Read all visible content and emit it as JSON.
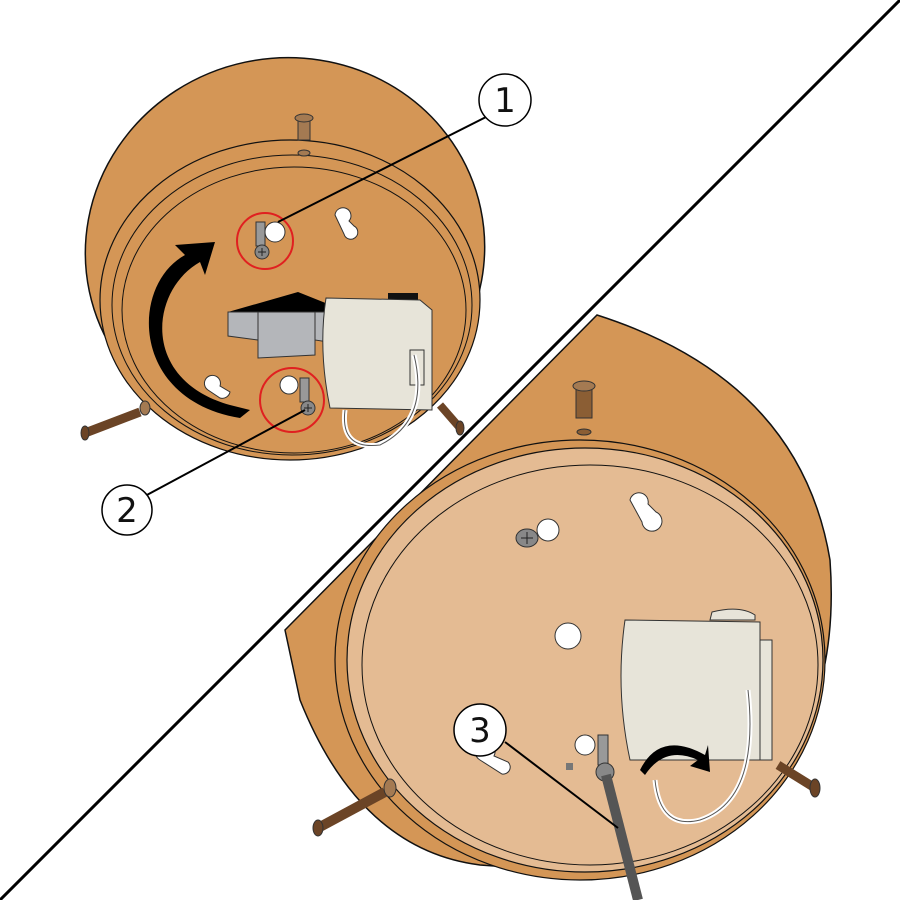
{
  "diagram": {
    "type": "assembly-instructions",
    "panels": [
      {
        "id": "top-left",
        "description": "Base plate rotated to align keyhole slots with screws",
        "rotation_arrow": "clockwise-curved-arrow",
        "direction_arrow": "up-arrow-3d"
      },
      {
        "id": "bottom-right",
        "description": "Base plate seated on screws; screw tightened with screwdriver",
        "rotation_arrow": "clockwise-curved-arrow-small"
      }
    ],
    "callouts": [
      {
        "label": "1",
        "target": "screw-in-keyhole-upper"
      },
      {
        "label": "2",
        "target": "screw-in-keyhole-lower"
      },
      {
        "label": "3",
        "target": "screwdriver-on-screw"
      }
    ],
    "highlight_color": "#e02020",
    "colors": {
      "wood_outer": "#d49656",
      "wood_inner": "#e4bb93",
      "battery_box": "#e7e4d9",
      "screw_gray": "#8a8a8a",
      "screw_brass": "#8b5e34",
      "arrow_black": "#000000",
      "block_gray": "#b4b6ba"
    }
  }
}
